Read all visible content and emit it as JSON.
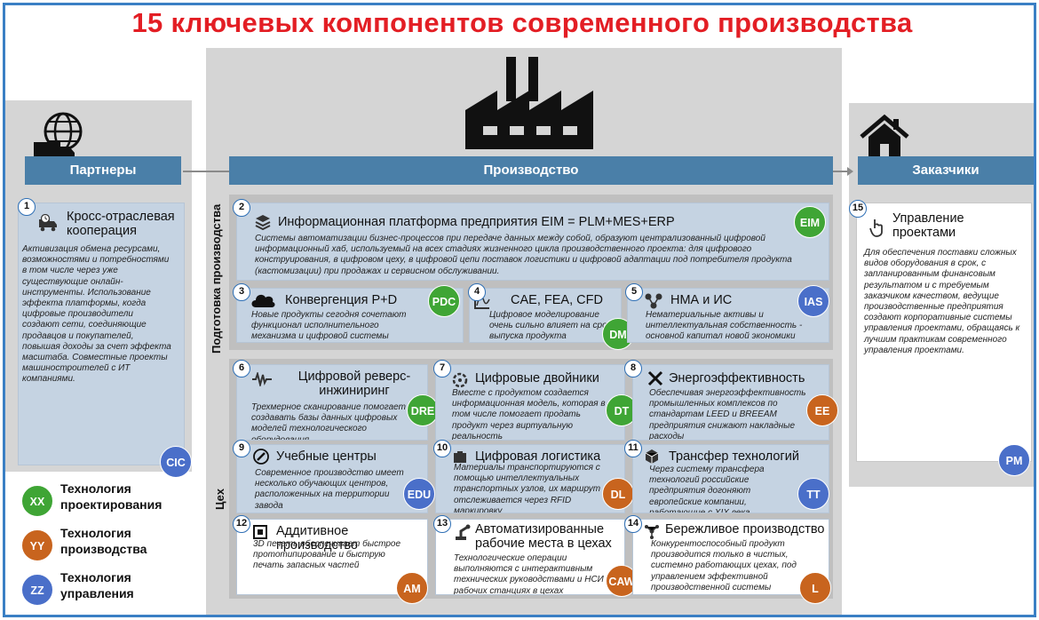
{
  "title": "15 ключевых компонентов современного производства",
  "headers": {
    "partners": "Партнеры",
    "production": "Производство",
    "customers": "Заказчики"
  },
  "vertical_labels": {
    "prep": "Подготовка производства",
    "shop": "Цех"
  },
  "cards": [
    {
      "num": "1",
      "title": "Кросс-отраслевая кооперация",
      "text": "Активизация обмена ресурсами, возможностями и потребностями в том числе через уже существующие онлайн-инструменты. Использование эффекта платформы, когда цифровые производители создают сети, соединяющие продавцов и покупателей, повышая доходы за счет эффекта масштаба. Совместные проекты машиностроителей с ИТ компаниями.",
      "badge": "CIC"
    },
    {
      "num": "2",
      "title": "Информационная платформа предприятия EIM = PLM+MES+ERP",
      "text": "Системы автоматизации бизнес-процессов при передаче данных между собой, образуют централизованный цифровой информационный хаб, используемый на всех стадиях жизненного цикла производственного проекта: для цифрового конструирования, в цифровом цеху, в цифровой цепи поставок логистики и цифровой адаптации под потребителя продукта (кастомизации) при продажах и сервисном обслуживании.",
      "badge": "EIM"
    },
    {
      "num": "3",
      "title": "Конвергенция P+D",
      "text": "Новые продукты сегодня сочетают функционал исполнительного механизма и цифровой системы управления",
      "badge": "PDC"
    },
    {
      "num": "4",
      "title": "CAE, FEA, CFD",
      "text": "Цифровое моделирование очень сильно влияет на сроки выпуска продукта",
      "badge": "DM"
    },
    {
      "num": "5",
      "title": "НМА и ИС",
      "text": "Нематериальные активы и интеллектуальная собственность - основной капитал новой экономики",
      "badge": "IAS"
    },
    {
      "num": "6",
      "title": "Цифровой реверс-инжиниринг",
      "text": "Трехмерное сканирование помогает создавать базы данных цифровых моделей технологического оборудования",
      "badge": "DRE"
    },
    {
      "num": "7",
      "title": "Цифровые двойники",
      "text": "Вместе с продуктом создается информационная модель, которая в том числе помогает продать продукт через виртуальную реальность",
      "badge": "DT"
    },
    {
      "num": "8",
      "title": "Энергоэффективность",
      "text": "Обеспечивая энергоэффективность промышленных комплексов по стандартам LEED и BREEAM предприятия снижают накладные расходы",
      "badge": "EE"
    },
    {
      "num": "9",
      "title": "Учебные центры",
      "text": "Современное производство имеет несколько обучающих центров, расположенных на территории завода",
      "badge": "EDU"
    },
    {
      "num": "10",
      "title": "Цифровая логистика",
      "text": "Материалы транспортируются с помощью интеллектуальных транспортных узлов, их маршрут отслеживается через RFID маркировку",
      "badge": "DL"
    },
    {
      "num": "11",
      "title": "Трансфер технологий",
      "text": "Через систему трансфера технологий российские предприятия догоняют европейские компании, работающие с XIX века",
      "badge": "TT"
    },
    {
      "num": "12",
      "title": "Аддитивное производство",
      "text": "3D печать обеспечивает быстрое прототипирование и быструю печать запасных частей",
      "badge": "AM"
    },
    {
      "num": "13",
      "title": "Автоматизированные рабочие места в цехах",
      "text": "Технологические операции выполняются с интерактивным технических руководствами и НСИ на рабочих станциях в цехах",
      "badge": "CAW"
    },
    {
      "num": "14",
      "title": "Бережливое производство",
      "text": "Конкурентоспособный продукт производится только в чистых, системно работающих цехах, под управлением эффективной производственной системы",
      "badge": "L"
    },
    {
      "num": "15",
      "title": "Управление проектами",
      "text": "Для обеспечения поставки сложных видов оборудования в срок, с запланированным финансовым результатом и с требуемым заказчиком качеством, ведущие производственные предприятия создают корпоративные системы управления проектами, обращаясь к лучшим практикам современного управления проектами.",
      "badge": "PM"
    }
  ],
  "legend": [
    {
      "badge": "XX",
      "label": "Технология проектирования",
      "color": "#3fa535"
    },
    {
      "badge": "YY",
      "label": "Технология производства",
      "color": "#c8641e"
    },
    {
      "badge": "ZZ",
      "label": "Технология управления",
      "color": "#4a6fc9"
    }
  ],
  "colors": {
    "title": "#e31e24",
    "header": "#4a7fa8",
    "card": "#c5d3e2",
    "frame": "#3a7fc4"
  },
  "icons": {
    "partners": "globe-truck-icon",
    "production": "factory-icon",
    "customers": "house-icon"
  }
}
